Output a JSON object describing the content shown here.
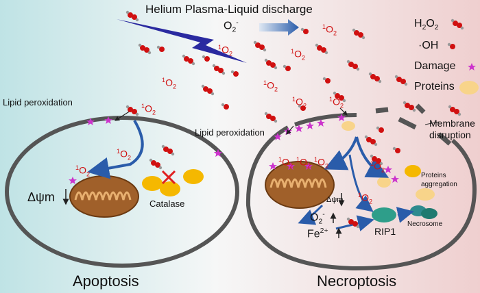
{
  "title": "Helium Plasma-Liquid discharge",
  "superoxide": {
    "symbol": "O",
    "sub": "2",
    "sup": "-"
  },
  "singlet_oxygen": {
    "sup": "1",
    "symbol": "O",
    "sub": "2"
  },
  "legend": {
    "h2o2": {
      "symbol": "H",
      "sub1": "2",
      "mid": "O",
      "sub2": "2"
    },
    "oh": "·OH",
    "damage": "Damage",
    "proteins": "Proteins"
  },
  "labels": {
    "lipid_peroxidation_left": "Lipid peroxidation",
    "lipid_peroxidation_right": "Lipid peroxidation",
    "membrane_disruption_1": "Membrane",
    "membrane_disruption_2": "disruption",
    "catalase": "Catalase",
    "delta_psi_m": "Δψm",
    "delta_psi_m_small": "Δψm",
    "iron": {
      "symbol": "Fe",
      "sup": "2+"
    },
    "rip1": "RIP1",
    "necrosome": "Necrosome",
    "proteins_aggregation_1": "Proteins",
    "proteins_aggregation_2": "aggregation",
    "apoptosis": "Apoptosis",
    "necroptosis": "Necroptosis"
  },
  "colors": {
    "bg_left": "#bfe3e5",
    "bg_mid": "#f7f7f7",
    "bg_right": "#efcfcf",
    "membrane": "#555555",
    "mitochondrion": "#a0602a",
    "catalase": "#f5b800",
    "damage_star": "#cc33cc",
    "rip1": "#2e9e8a",
    "lightning": "#2a2aa0",
    "arrow": "#2a5caa",
    "oxygen": "#d01010"
  }
}
